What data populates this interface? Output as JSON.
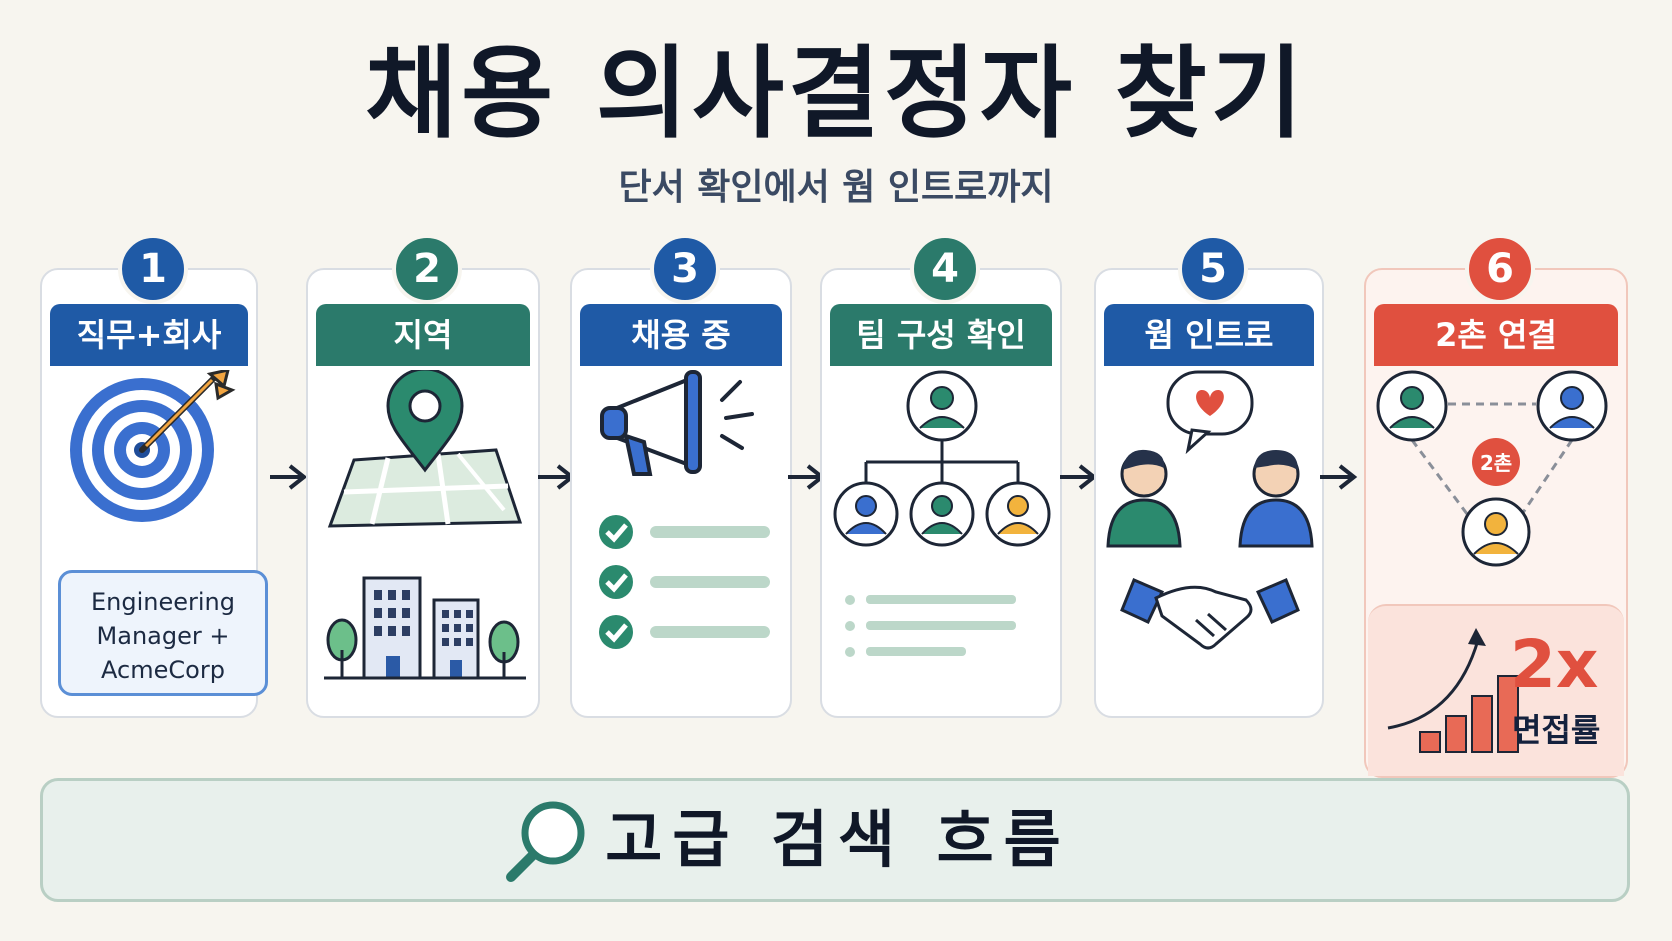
{
  "title": "채용 의사결정자 찾기",
  "subtitle": "단서 확인에서 웜 인트로까지",
  "steps": [
    {
      "number": "1",
      "label": "직무+회사",
      "color": "#1f5aa6",
      "chip_lines": [
        "Engineering",
        "Manager +",
        "AcmeCorp"
      ]
    },
    {
      "number": "2",
      "label": "지역",
      "color": "#2b7a6b"
    },
    {
      "number": "3",
      "label": "채용 중",
      "color": "#1f5aa6"
    },
    {
      "number": "4",
      "label": "팀 구성 확인",
      "color": "#2b7a6b"
    },
    {
      "number": "5",
      "label": "웜 인트로",
      "color": "#1f5aa6"
    },
    {
      "number": "6",
      "label": "2촌 연결",
      "color": "#e0503f",
      "node_badge": "2촌"
    }
  ],
  "stat": {
    "value": "2x",
    "label": "면접률"
  },
  "footer": {
    "label": "고급 검색 흐름",
    "icon": "magnifier-icon"
  },
  "colors": {
    "blue": "#1f5aa6",
    "green": "#2b7a6b",
    "red": "#e0503f",
    "background": "#f7f5ef"
  }
}
